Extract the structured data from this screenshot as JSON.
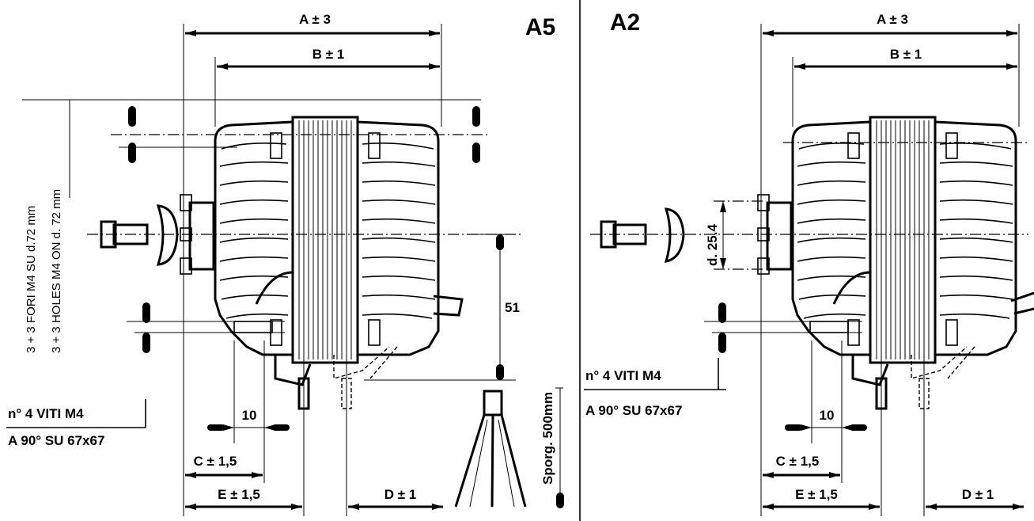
{
  "left_view": {
    "title": "A5",
    "dim_a": "A ± 3",
    "dim_b": "B ± 1",
    "dim_c": "C ± 1,5",
    "dim_d": "D ± 1",
    "dim_e": "E ± 1,5",
    "dim_10": "10",
    "dim_51": "51",
    "holes_it": "3 + 3 FORI  M4  SU d.72 mm",
    "holes_en": "3 + 3 HOLES M4 ON d. 72 mm",
    "screws": "n° 4  VITI   M4",
    "mount": "A 90° SU 67x67",
    "lead": "Sporg.  500mm"
  },
  "right_view": {
    "title": "A2",
    "dim_a": "A ± 3",
    "dim_b": "B ± 1",
    "dim_c": "C ± 1,5",
    "dim_d": "D ± 1",
    "dim_e": "E ± 1,5",
    "dim_10": "10",
    "dim_d254": "d. 25.4",
    "screws": "n° 4  VITI   M4",
    "mount": "A 90° SU 67x67"
  }
}
